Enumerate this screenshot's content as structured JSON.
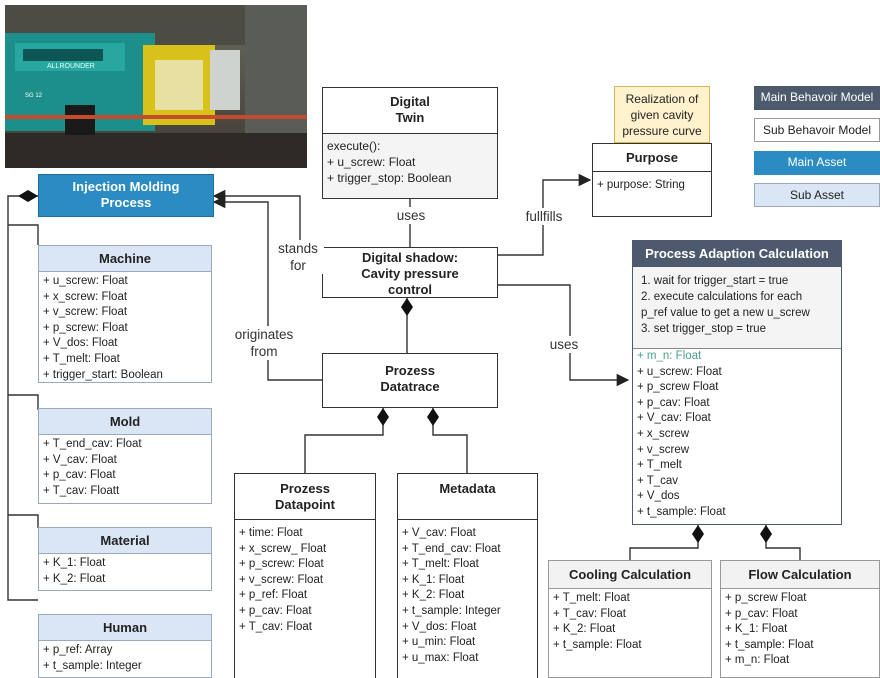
{
  "photo": {
    "alt": "Injection molding machine photo",
    "machine_brand": "ALLROUNDER",
    "side_tag": "SG 12"
  },
  "colors": {
    "main_behavior": "#4d5a6e",
    "sub_behavior": "#ffffff",
    "main_asset": "#2b8cc4",
    "sub_asset": "#dae6f5",
    "note": "#fff2cc",
    "line": "#333333"
  },
  "legend": {
    "main_behavior": "Main Behavoir Model",
    "sub_behavior": "Sub Behavoir Model",
    "main_asset": "Main Asset",
    "sub_asset": "Sub Asset"
  },
  "note": {
    "text": [
      "Realization of",
      "given cavity",
      "pressure curve"
    ]
  },
  "purpose": {
    "title": "Purpose",
    "attrs": [
      "+ purpose: String"
    ]
  },
  "digital_twin": {
    "title": [
      "Digital",
      "Twin"
    ],
    "attrs": [
      "execute():",
      "+ u_screw: Float",
      "+ trigger_stop: Boolean"
    ]
  },
  "digital_shadow": {
    "title": [
      "Digital shadow:",
      "Cavity pressure",
      "control"
    ]
  },
  "datatrace": {
    "title": [
      "Prozess",
      "Datatrace"
    ]
  },
  "process": {
    "title": [
      "Injection Molding",
      "Process"
    ]
  },
  "machine": {
    "title": "Machine",
    "attrs": [
      "+ u_screw: Float",
      "+ x_screw: Float",
      "+ v_screw: Float",
      "+ p_screw: Float",
      "+ V_dos: Float",
      "+ T_melt: Float",
      "+ trigger_start: Boolean"
    ]
  },
  "mold": {
    "title": "Mold",
    "attrs": [
      "+ T_end_cav: Float",
      "+ V_cav: Float",
      "+ p_cav: Float",
      "+ T_cav: Floatt"
    ]
  },
  "material": {
    "title": "Material",
    "attrs": [
      "+ K_1: Float",
      "+ K_2: Float"
    ]
  },
  "human": {
    "title": "Human",
    "attrs": [
      "+ p_ref: Array",
      "+ t_sample: Integer"
    ]
  },
  "datapoint": {
    "title": [
      "Prozess",
      "Datapoint"
    ],
    "attrs": [
      "+ time: Float",
      "+ x_screw_ Float",
      "+ p_screw: Float",
      "+ v_screw: Float",
      "+ p_ref: Float",
      "+ p_cav: Float",
      "+ T_cav: Float"
    ]
  },
  "metadata": {
    "title": "Metadata",
    "attrs": [
      "+ V_cav: Float",
      "+ T_end_cav: Float",
      "+ T_melt: Float",
      "+ K_1: Float",
      "+ K_2: Float",
      "+ t_sample: Integer",
      "+ V_dos: Float",
      "+ u_min: Float",
      "+ u_max: Float"
    ]
  },
  "adaption": {
    "title": "Process Adaption Calculation",
    "ops": [
      "1. wait for trigger_start = true",
      "2. execute calculations for each",
      "p_ref value to get a new u_screw",
      "3. set trigger_stop = true"
    ],
    "attrs": [
      "+ m_n: Float",
      "+ u_screw: Float",
      "+ p_screw Float",
      "+ p_cav: Float",
      "+ V_cav: Float",
      "+ x_screw",
      "+ v_screw",
      "+ T_melt",
      "+ T_cav",
      "+ V_dos",
      "+ t_sample: Float"
    ]
  },
  "cooling": {
    "title": "Cooling Calculation",
    "attrs": [
      "+ T_melt: Float",
      "+ T_cav: Float",
      "+ K_2: Float",
      "+ t_sample: Float"
    ]
  },
  "flow": {
    "title": "Flow Calculation",
    "attrs": [
      "+ p_screw Float",
      "+ p_cav: Float",
      "+ K_1: Float",
      "+ t_sample: Float",
      "+ m_n: Float"
    ]
  },
  "labels": {
    "uses_top": "uses",
    "fullfills": "fullfills",
    "stands_for": [
      "stands",
      "for"
    ],
    "originates_from": [
      "originates",
      "from"
    ],
    "uses_right": "uses"
  }
}
